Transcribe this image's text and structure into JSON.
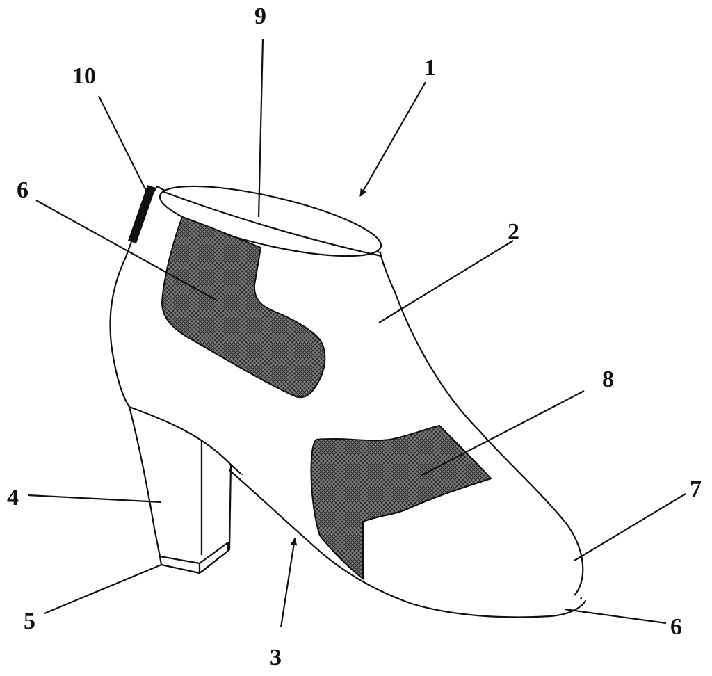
{
  "labels": {
    "l1": "1",
    "l2": "2",
    "l3": "3",
    "l4": "4",
    "l5": "5",
    "l6a": "6",
    "l6b": "6",
    "l7": "7",
    "l8": "8",
    "l9": "9",
    "l10": "10"
  }
}
